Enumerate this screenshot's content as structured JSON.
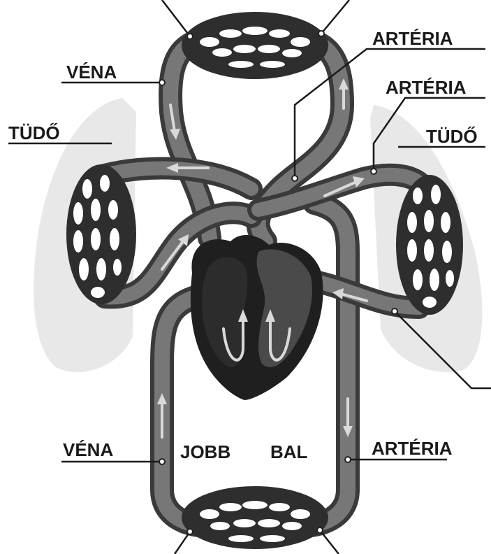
{
  "labels": {
    "top_left_vein": "VÉNA",
    "top_right_artery": "ARTÉRIA",
    "right_upper_artery": "ARTÉRIA",
    "left_lung": "TÜDŐ",
    "right_lung": "TÜDŐ",
    "bottom_left_vein": "VÉNA",
    "bottom_right_artery": "ARTÉRIA",
    "right_heart": "JOBB",
    "left_heart": "BAL"
  },
  "colors": {
    "vessel_dark": "#3a3a3a",
    "vessel_light": "#777777",
    "heart": "#1f1f1f",
    "lung": "#e6e6e6",
    "arrow": "#d9d9d9"
  }
}
